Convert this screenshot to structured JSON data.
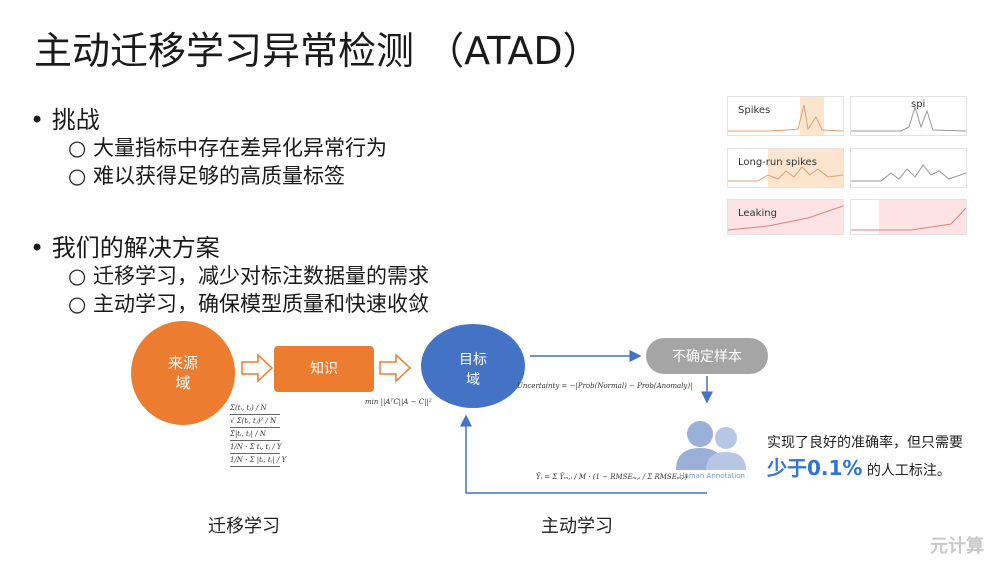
{
  "title": "主动迁移学习异常检测  （ATAD）",
  "challenge": {
    "heading": "• 挑战",
    "items": [
      "大量指标中存在差异化异常行为",
      "难以获得足够的高质量标签"
    ]
  },
  "solution": {
    "heading": "• 我们的解决方案",
    "items": [
      "迁移学习，减少对标注数据量的需求",
      "主动学习，确保模型质量和快速收敛"
    ]
  },
  "thumbnails": [
    {
      "label": "Spikes",
      "label2": "spi"
    },
    {
      "label": "Long-run spikes"
    },
    {
      "label": "Leaking"
    }
  ],
  "diagram": {
    "source_domain": [
      "来源",
      "域"
    ],
    "knowledge": "知识",
    "target_domain": [
      "目标",
      "域"
    ],
    "uncertain_samples": "不确定样本",
    "human_annotation": "Human Annotation",
    "result_line1": "实现了良好的准确率，但只需要",
    "result_highlight": "少于0.1%",
    "result_line2": " 的人工标注。",
    "formula_min": "min ||AᵀC||A − C||²",
    "formula_uncertainty": "Uncertainty = −|Prob(Normal) − Prob(Anomaly)|",
    "formula_stats": [
      "Σ(tᵢ, tⱼ) / N",
      "√ Σ(tᵢ, tⱼ)² / N",
      "Σ|tᵢ, tⱼ| / N",
      "1/N · Σ tᵢ, tⱼ / Y",
      "1/N · Σ |tᵢ, tⱼ| / Y"
    ],
    "formula_weight": "Ŷᵢ = Σ Ŷₘ,ᵢ / M · (1 − RMSEₘ,ᵢ / Σ RMSEₘ,ᵢ)",
    "transfer_learning": "迁移学习",
    "active_learning": "主动学习"
  },
  "watermark": "元计算",
  "colors": {
    "orange": "#ec7c30",
    "blue": "#4472c4",
    "gray": "#a5a5a5",
    "highlight": "#2e75d6"
  }
}
